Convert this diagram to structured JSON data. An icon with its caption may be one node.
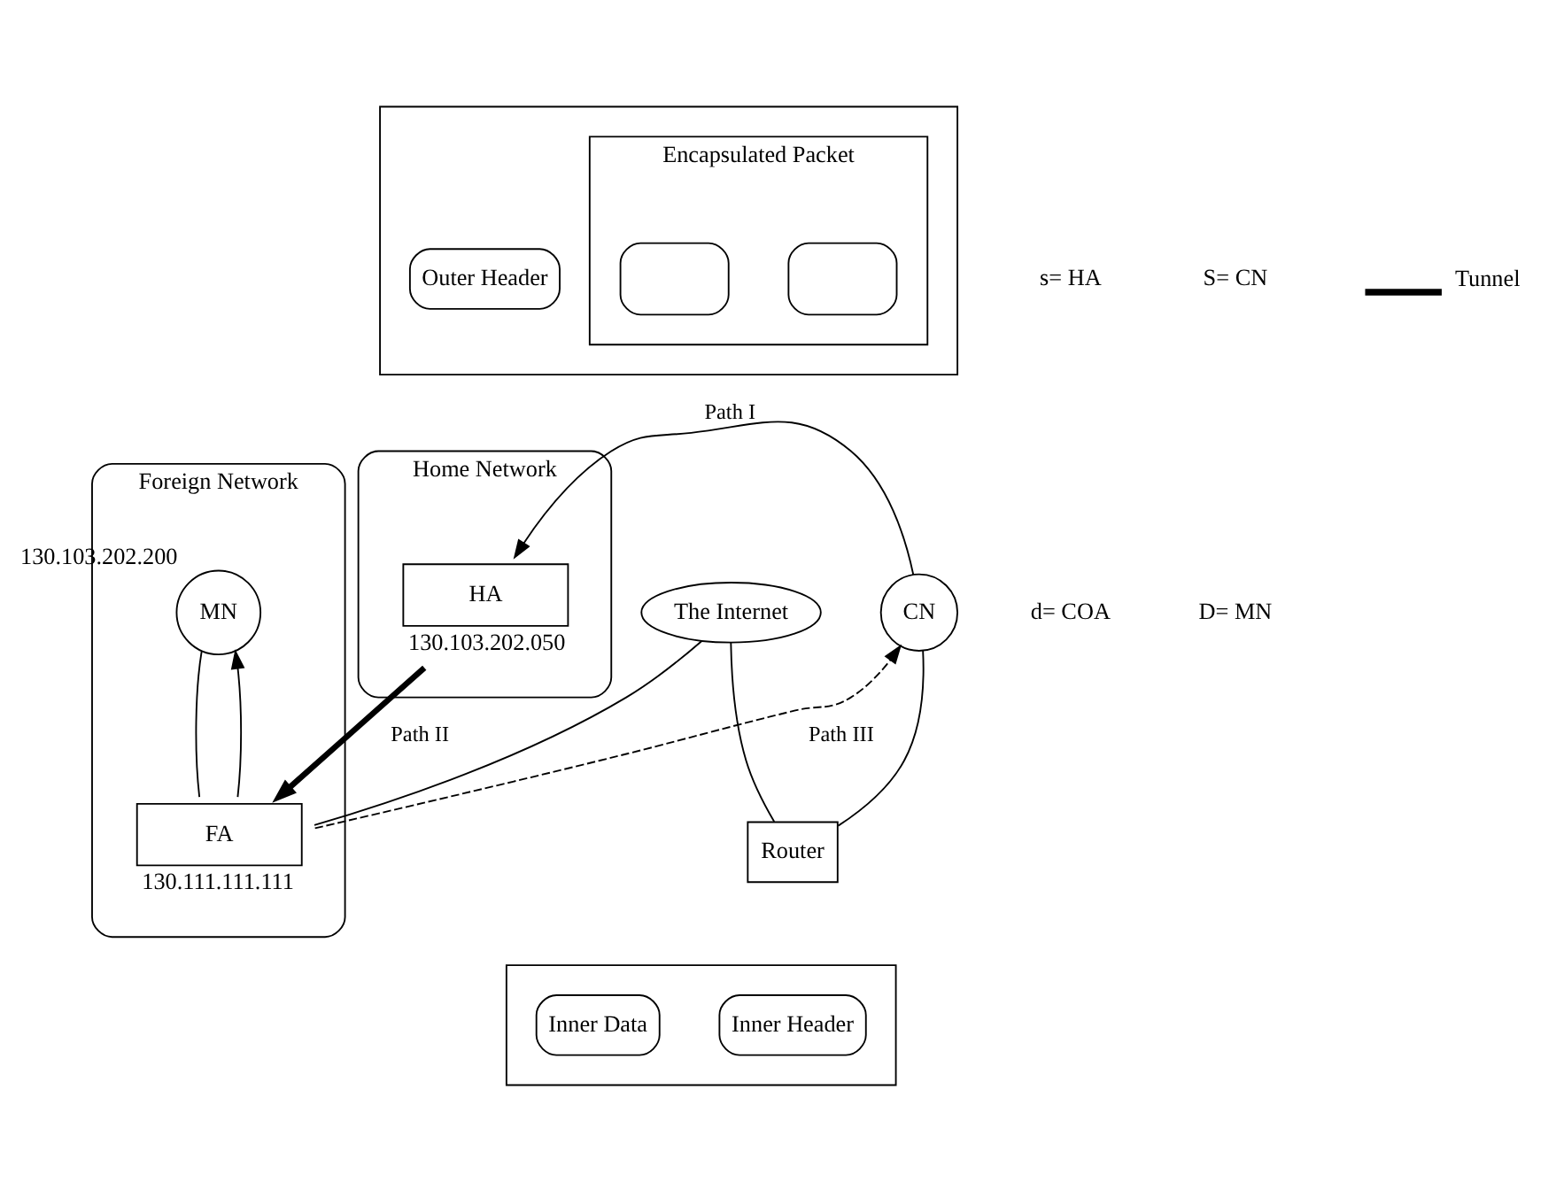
{
  "diagram": {
    "nodes": [
      {
        "text": [
          "Home Network"
        ]
      },
      {
        "text": [
          "HA"
        ],
        "in": 0,
        "beside": [
          "130.103.202.050"
        ]
      },
      {
        "text": [
          "The Internet"
        ]
      },
      {
        "text": [
          "Foreign Network"
        ]
      },
      {
        "text": [
          "MN"
        ],
        "in": 3,
        "beside": [
          "130.103.202.200"
        ]
      },
      {
        "text": [
          "FA"
        ],
        "in": 3,
        "beside": [
          "130.111.111.111"
        ]
      },
      {
        "text": [
          "CN"
        ]
      },
      {
        "text": [
          "Router"
        ]
      },
      {
        "text": [],
        "shape": "box"
      },
      {
        "text": [
          "Outer Header"
        ],
        "in": 8
      },
      {
        "text": [
          "Encapsulated Packet"
        ],
        "in": 8
      },
      {
        "text": [],
        "shape": "box",
        "in": 10
      },
      {
        "text": [],
        "shape": "box",
        "in": 10
      },
      {
        "text": [],
        "shape": "box"
      },
      {
        "text": [
          "Inner Header"
        ],
        "in": 13
      },
      {
        "text": [
          "Inner Data"
        ],
        "in": 13
      }
    ],
    "edges": [
      {
        "from": 1,
        "to": 5,
        "arrow": "to",
        "label": "Path II",
        "style": "thick"
      },
      {
        "from": 6,
        "to": 1,
        "arrow": "to",
        "label": "Path I"
      },
      {
        "from": 5,
        "to": 4,
        "arrow": "to"
      },
      {
        "from": 4,
        "to": 5,
        "arrow": "none"
      },
      {
        "from": 2,
        "to": 5,
        "arrow": "none"
      },
      {
        "from": 2,
        "to": 7,
        "arrow": "none"
      },
      {
        "from": 6,
        "to": 7,
        "arrow": "none"
      },
      {
        "from": 5,
        "to": 6,
        "arrow": "to",
        "label": "Path III",
        "style": "dashed"
      }
    ],
    "labels": [
      "s= HA",
      "d= COA",
      "S= CN",
      "D= MN"
    ],
    "legend": [
      {
        "text": "Tunnel"
      }
    ]
  }
}
